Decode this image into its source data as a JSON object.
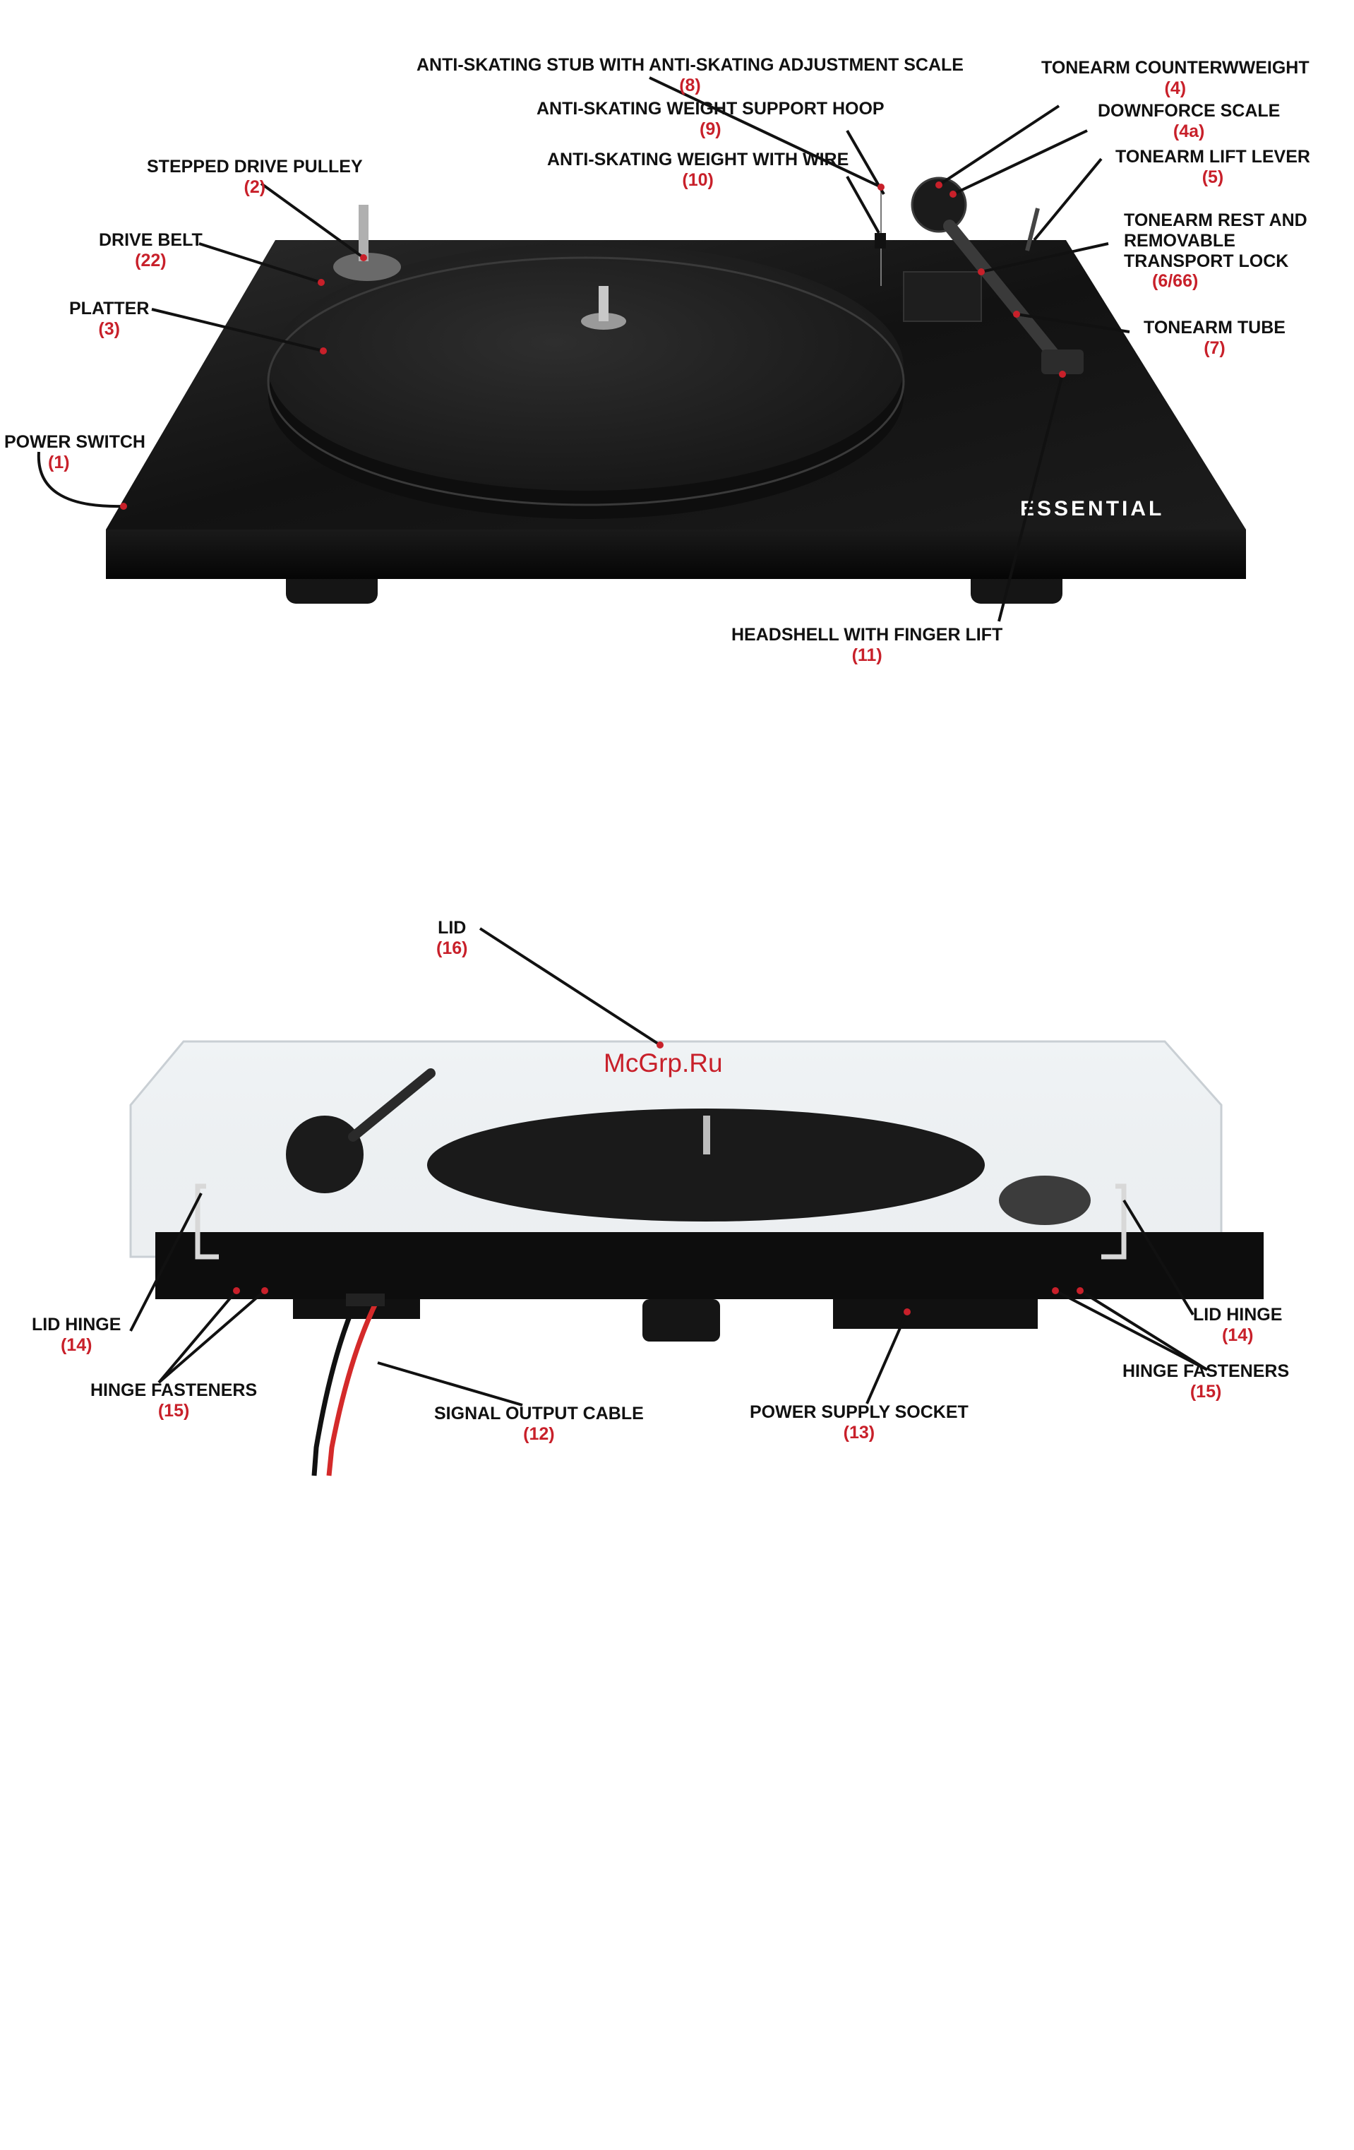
{
  "labels": {
    "anti_skating_stub": {
      "title": "ANTI-SKATING STUB WITH ANTI-SKATING ADJUSTMENT SCALE",
      "num": "(8)"
    },
    "tonearm_counterweight": {
      "title": "TONEARM COUNTERWWEIGHT",
      "num": "(4)"
    },
    "anti_skating_hoop": {
      "title": "ANTI-SKATING WEIGHT SUPPORT HOOP",
      "num": "(9)"
    },
    "downforce_scale": {
      "title": "DOWNFORCE SCALE",
      "num": "(4a)"
    },
    "stepped_drive_pulley": {
      "title": "STEPPED DRIVE PULLEY",
      "num": "(2)"
    },
    "anti_skating_weight": {
      "title": "ANTI-SKATING WEIGHT WITH WIRE",
      "num": "(10)"
    },
    "tonearm_lift_lever": {
      "title": "TONEARM LIFT LEVER",
      "num": "(5)"
    },
    "tonearm_rest": {
      "line1": "TONEARM REST AND",
      "line2": "REMOVABLE",
      "line3": "TRANSPORT LOCK",
      "num": "(6/66)"
    },
    "drive_belt": {
      "title": "DRIVE BELT",
      "num": "(22)"
    },
    "platter": {
      "title": "PLATTER",
      "num": "(3)"
    },
    "tonearm_tube": {
      "title": "TONEARM TUBE",
      "num": "(7)"
    },
    "power_switch": {
      "title": "POWER SWITCH",
      "num": "(1)"
    },
    "headshell": {
      "title": "HEADSHELL WITH FINGER LIFT",
      "num": "(11)"
    },
    "lid": {
      "title": "LID",
      "num": "(16)"
    },
    "lid_hinge_left": {
      "title": "LID HINGE",
      "num": "(14)"
    },
    "hinge_fasteners_left": {
      "title": "HINGE FASTENERS",
      "num": "(15)"
    },
    "signal_output_cable": {
      "title": "SIGNAL OUTPUT CABLE",
      "num": "(12)"
    },
    "power_supply_socket": {
      "title": "POWER SUPPLY SOCKET",
      "num": "(13)"
    },
    "lid_hinge_right": {
      "title": "LID HINGE",
      "num": "(14)"
    },
    "hinge_fasteners_right": {
      "title": "HINGE FASTENERS",
      "num": "(15)"
    }
  },
  "brand_logo": "ESSENTIAL",
  "watermark": "McGrp.Ru",
  "colors": {
    "number_red": "#c8202a",
    "plinth": "#0b0b0b",
    "leader": "#111111"
  }
}
